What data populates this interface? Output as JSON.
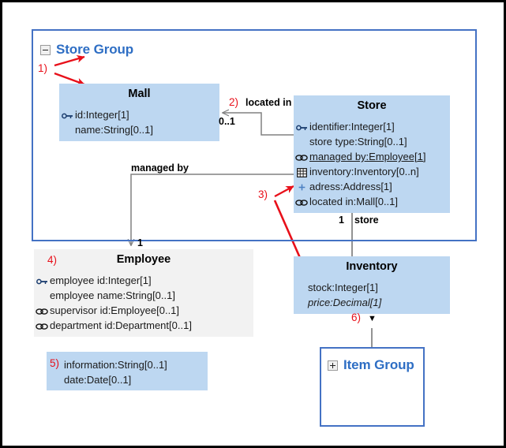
{
  "diagram": {
    "title": "Store Group",
    "package": {
      "name": "Store Group",
      "toggle_icon": "collapse-minus-icon",
      "toggle_state": "expanded"
    },
    "classes": [
      {
        "id": "mall",
        "name": "Mall",
        "style": "blue",
        "attributes": [
          {
            "icon": "key-icon",
            "text": "id:Integer[1]",
            "style": "normal"
          },
          {
            "icon": "none",
            "text": "name:String[0..1]",
            "style": "normal"
          }
        ]
      },
      {
        "id": "store",
        "name": "Store",
        "style": "blue",
        "attributes": [
          {
            "icon": "key-icon",
            "text": "identifier:Integer[1]",
            "style": "normal"
          },
          {
            "icon": "none",
            "text": "store type:String[0..1]",
            "style": "normal"
          },
          {
            "icon": "link-icon",
            "text": "managed by:Employee[1]",
            "style": "underline"
          },
          {
            "icon": "table-icon",
            "text": "inventory:Inventory[0..n]",
            "style": "normal"
          },
          {
            "icon": "plus-icon",
            "text": "adress:Address[1]",
            "style": "normal"
          },
          {
            "icon": "link-icon",
            "text": "located in:Mall[0..1]",
            "style": "normal"
          }
        ]
      },
      {
        "id": "employee",
        "name": "Employee",
        "style": "grey",
        "attributes": [
          {
            "icon": "key-icon",
            "text": "employee id:Integer[1]",
            "style": "normal"
          },
          {
            "icon": "none",
            "text": "employee name:String[0..1]",
            "style": "normal"
          },
          {
            "icon": "link-icon",
            "text": "supervisor id:Employee[0..1]",
            "style": "normal"
          },
          {
            "icon": "link-icon",
            "text": "department id:Department[0..1]",
            "style": "normal"
          }
        ]
      },
      {
        "id": "inventory",
        "name": "Inventory",
        "style": "blue",
        "attributes": [
          {
            "icon": "none",
            "text": "stock:Integer[1]",
            "style": "normal"
          },
          {
            "icon": "none",
            "text": "price:Decimal[1]",
            "style": "italic"
          }
        ]
      }
    ],
    "detached_block": {
      "id": "detached",
      "attributes": [
        {
          "text": "information:String[0..1]"
        },
        {
          "text": "date:Date[0..1]"
        }
      ]
    },
    "subpackage": {
      "name": "Item Group",
      "toggle_icon": "expand-plus-icon",
      "toggle_state": "collapsed"
    },
    "edges": [
      {
        "id": "located-in",
        "label": "located in",
        "source_mult": "0..1",
        "target_mult": ""
      },
      {
        "id": "managed-by",
        "label": "managed by",
        "source_mult": "",
        "target_mult": "1"
      },
      {
        "id": "store-inventory",
        "label": "store",
        "source_mult": "1",
        "target_mult": ""
      }
    ],
    "annotations": [
      {
        "id": "a1",
        "label": "1)"
      },
      {
        "id": "a2",
        "label": "2)"
      },
      {
        "id": "a3",
        "label": "3)"
      },
      {
        "id": "a4",
        "label": "4)"
      },
      {
        "id": "a5",
        "label": "5)"
      },
      {
        "id": "a6",
        "label": "6)"
      }
    ],
    "dropdown_caret": "▼",
    "colors": {
      "package_border": "#4472C4",
      "class_fill_blue": "#BDD7F1",
      "class_fill_grey": "#F2F2F2",
      "title_text": "#2E6EC4",
      "annotation_red": "#E8101A",
      "connector_grey": "#808080"
    }
  }
}
